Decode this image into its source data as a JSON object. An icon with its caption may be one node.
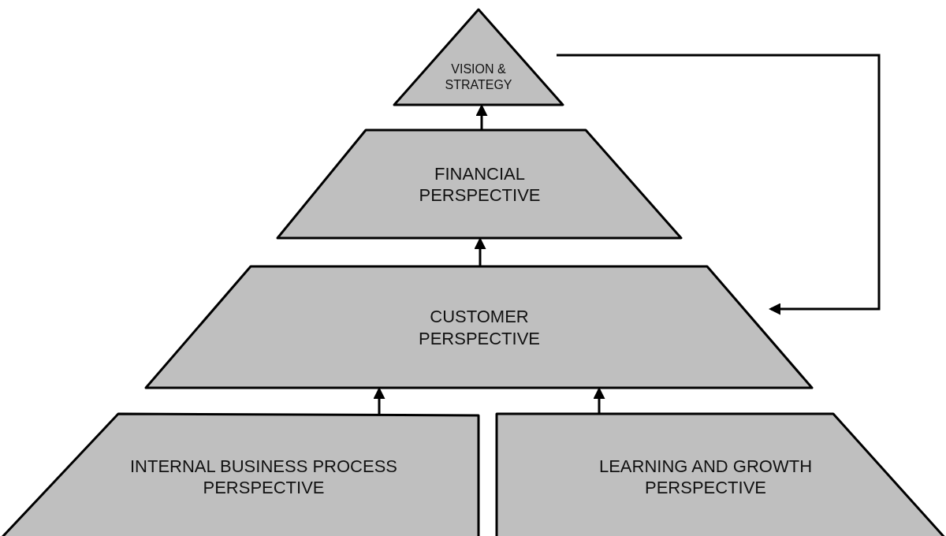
{
  "diagram": {
    "nodes": [
      {
        "text": [
          "VISION & STRATEGY"
        ]
      },
      {
        "text": [
          "FINANCIAL PERSPECTIVE"
        ]
      },
      {
        "text": [
          "CUSTOMER PERSPECTIVE"
        ]
      },
      {
        "text": [
          "INTERNAL BUSINESS PROCESS PERSPECTIVE"
        ]
      },
      {
        "text": [
          "LEARNING AND GROWTH PERSPECTIVE"
        ]
      }
    ],
    "edges": [
      {
        "from": 1,
        "to": 0,
        "arrow": "to"
      },
      {
        "from": 2,
        "to": 1,
        "arrow": "to"
      },
      {
        "from": 3,
        "to": 2,
        "arrow": "to"
      },
      {
        "from": 4,
        "to": 2,
        "arrow": "to"
      },
      {
        "from": 0,
        "to": 2,
        "arrow": "to"
      }
    ]
  }
}
